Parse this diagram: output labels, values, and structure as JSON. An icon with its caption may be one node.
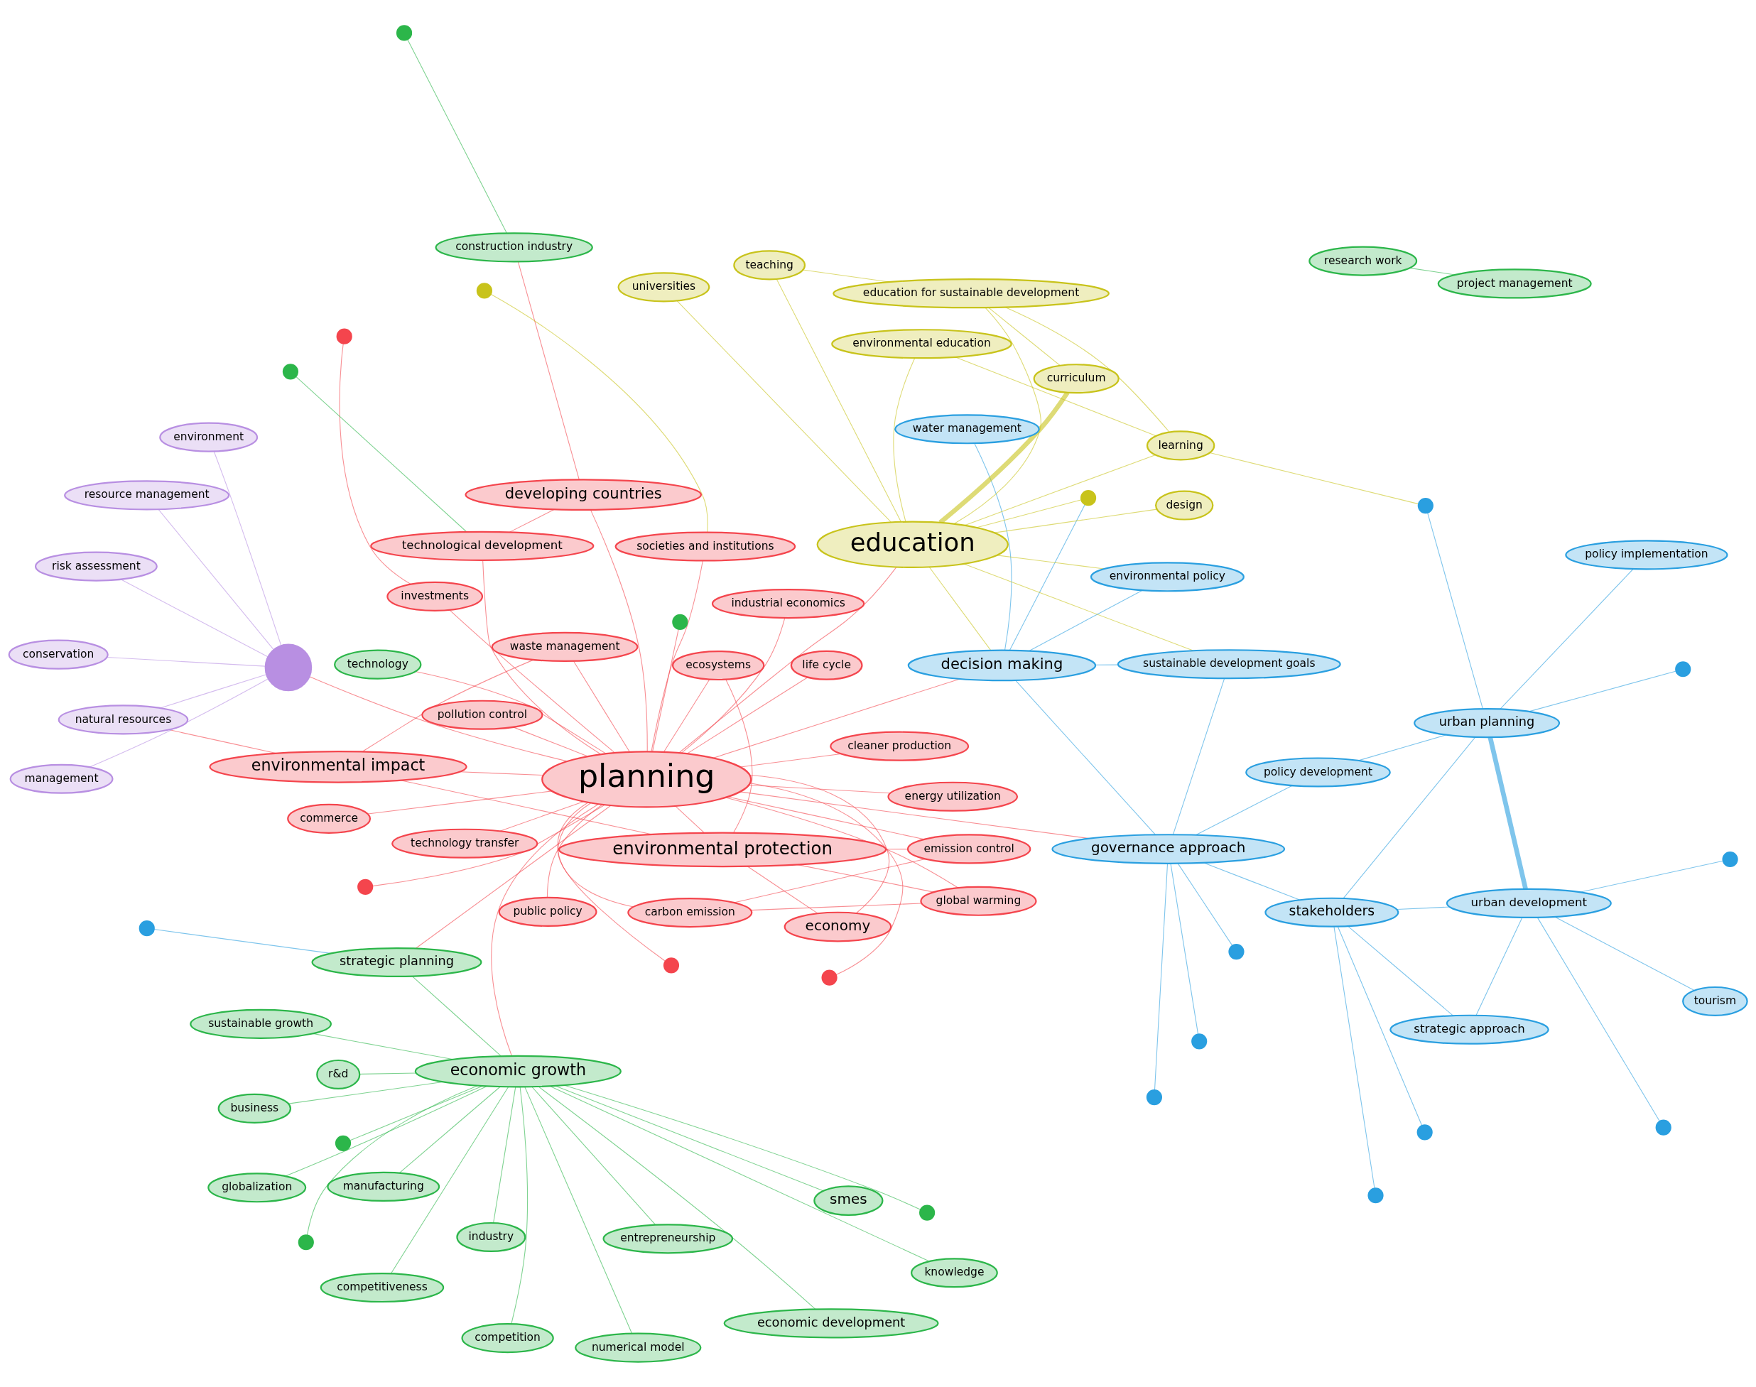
{
  "diagram": {
    "nodes": [
      {
        "text": [
          "globalization"
        ]
      },
      {
        "text": [
          "smes"
        ]
      },
      {
        "text": [
          "competitiveness"
        ]
      },
      {
        "text": [
          "sustainable growth"
        ]
      },
      {
        "text": [
          "entrepreneurship"
        ]
      },
      {
        "text": [
          "tourism"
        ]
      },
      {
        "text": [
          "economic growth"
        ]
      },
      {
        "text": [
          "knowledge"
        ]
      },
      {
        "text": [
          "manufacturing"
        ]
      },
      {
        "text": [
          "numerical model"
        ]
      },
      {
        "text": [
          "competition"
        ]
      },
      {
        "text": [
          "business"
        ]
      },
      {
        "text": [
          "strategic approach"
        ]
      },
      {
        "text": [
          "urban development"
        ]
      },
      {
        "text": [
          "r&d"
        ]
      },
      {
        "text": [
          "industry"
        ]
      },
      {
        "text": [
          "economic development"
        ]
      },
      {
        "text": [
          "technology"
        ]
      },
      {
        "text": [
          "commerce"
        ]
      },
      {
        "text": [
          "investments"
        ]
      },
      {
        "text": [
          "stakeholders"
        ]
      },
      {
        "text": [
          "research work"
        ]
      },
      {
        "text": [
          "strategic planning"
        ]
      },
      {
        "text": [
          "urban planning"
        ]
      },
      {
        "text": [
          "policy implementation"
        ]
      },
      {
        "text": [
          "technological development"
        ]
      },
      {
        "text": [
          "project management"
        ]
      },
      {
        "text": [
          "management"
        ]
      },
      {
        "text": [
          "industrial economics"
        ]
      },
      {
        "text": [
          "developing countries"
        ]
      },
      {
        "text": [
          "policy development"
        ]
      },
      {
        "text": [
          "governance approach"
        ]
      },
      {
        "text": [
          "construction industry"
        ]
      },
      {
        "text": [
          "learning"
        ]
      },
      {
        "text": [
          "public policy"
        ]
      },
      {
        "text": [
          "sustainable development goals"
        ]
      },
      {
        "text": [
          "planning"
        ]
      },
      {
        "text": [
          "societies and institutions"
        ]
      },
      {
        "text": [
          "economy"
        ]
      },
      {
        "text": [
          "decision making"
        ]
      },
      {
        "text": [
          "carbon emission"
        ]
      },
      {
        "text": [
          "universities"
        ]
      },
      {
        "text": [
          "teaching"
        ]
      },
      {
        "text": [
          "water management"
        ]
      },
      {
        "text": [
          "technology transfer"
        ]
      },
      {
        "text": [
          "energy utilization"
        ]
      },
      {
        "text": [
          "design"
        ]
      },
      {
        "text": [
          "education"
        ]
      },
      {
        "text": [
          "global warming"
        ]
      },
      {
        "text": [
          "environmental protection"
        ]
      },
      {
        "text": [
          "environmental policy"
        ]
      },
      {
        "text": [
          "curriculum"
        ]
      },
      {
        "text": [
          "risk assessment"
        ]
      },
      {
        "text": [
          "emission control"
        ]
      },
      {
        "text": [
          "environmental impact"
        ]
      },
      {
        "text": [
          "environment"
        ]
      },
      {
        "text": [
          "environmental education"
        ]
      },
      {
        "text": [
          "natural resources"
        ]
      },
      {
        "text": [
          "education for sustainable development"
        ]
      },
      {
        "text": [
          "ecosystems"
        ]
      },
      {
        "text": [
          "cleaner production"
        ]
      },
      {
        "text": [
          "resource management"
        ]
      },
      {
        "text": [
          "pollution control"
        ]
      },
      {
        "text": [
          "waste management"
        ]
      },
      {
        "text": [
          "conservation"
        ]
      },
      {
        "text": [
          "life cycle"
        ]
      },
      {
        "text": [],
        "shape": "circle"
      },
      {
        "text": [],
        "shape": "circle"
      },
      {
        "text": [],
        "shape": "circle"
      },
      {
        "text": [],
        "shape": "circle"
      },
      {
        "text": [],
        "shape": "circle"
      },
      {
        "text": [],
        "shape": "circle"
      },
      {
        "text": [],
        "shape": "circle"
      },
      {
        "text": [],
        "shape": "circle"
      },
      {
        "text": [],
        "shape": "circle"
      },
      {
        "text": [],
        "shape": "circle"
      },
      {
        "text": [],
        "shape": "circle"
      },
      {
        "text": [],
        "shape": "circle"
      },
      {
        "text": [],
        "shape": "circle"
      },
      {
        "text": [],
        "shape": "circle"
      },
      {
        "text": [],
        "shape": "circle"
      },
      {
        "text": [],
        "shape": "circle"
      },
      {
        "text": [],
        "shape": "circle"
      },
      {
        "text": [],
        "shape": "circle"
      },
      {
        "text": [],
        "shape": "circle"
      },
      {
        "text": [],
        "shape": "circle"
      },
      {
        "text": [],
        "shape": "circle"
      },
      {
        "text": [],
        "shape": "circle"
      },
      {
        "text": [],
        "shape": "circle"
      }
    ],
    "edges": [
      {
        "from": 36,
        "to": 29,
        "arrow": "none"
      },
      {
        "from": 36,
        "to": 38,
        "arrow": "none"
      },
      {
        "from": 36,
        "to": 49,
        "arrow": "none"
      },
      {
        "from": 36,
        "to": 54,
        "arrow": "none"
      },
      {
        "from": 36,
        "to": 25,
        "arrow": "none"
      },
      {
        "from": 36,
        "to": 22,
        "arrow": "none"
      },
      {
        "from": 36,
        "to": 34,
        "arrow": "none"
      },
      {
        "from": 36,
        "to": 40,
        "arrow": "none"
      },
      {
        "from": 36,
        "to": 44,
        "arrow": "none"
      },
      {
        "from": 36,
        "to": 45,
        "arrow": "none"
      },
      {
        "from": 36,
        "to": 47,
        "arrow": "none"
      },
      {
        "from": 36,
        "to": 39,
        "arrow": "none"
      },
      {
        "from": 36,
        "to": 6,
        "arrow": "none"
      },
      {
        "from": 36,
        "to": 17,
        "arrow": "none"
      },
      {
        "from": 36,
        "to": 28,
        "arrow": "none"
      },
      {
        "from": 36,
        "to": 19,
        "arrow": "none"
      },
      {
        "from": 36,
        "to": 18,
        "arrow": "none"
      },
      {
        "from": 36,
        "to": 48,
        "arrow": "none"
      },
      {
        "from": 36,
        "to": 53,
        "arrow": "none"
      },
      {
        "from": 36,
        "to": 62,
        "arrow": "none"
      },
      {
        "from": 36,
        "to": 60,
        "arrow": "none"
      },
      {
        "from": 36,
        "to": 59,
        "arrow": "none"
      },
      {
        "from": 36,
        "to": 65,
        "arrow": "none"
      },
      {
        "from": 36,
        "to": 63,
        "arrow": "none"
      },
      {
        "from": 36,
        "to": 37,
        "arrow": "none"
      },
      {
        "from": 36,
        "to": 31,
        "arrow": "none"
      },
      {
        "from": 36,
        "to": 79,
        "arrow": "none"
      },
      {
        "from": 36,
        "to": 83,
        "arrow": "none"
      },
      {
        "from": 36,
        "to": 85,
        "arrow": "none"
      },
      {
        "from": 36,
        "to": 87,
        "arrow": "none"
      },
      {
        "from": 36,
        "to": 88,
        "arrow": "none"
      },
      {
        "from": 47,
        "to": 41,
        "arrow": "none",
        "color": "#c8c31b"
      },
      {
        "from": 47,
        "to": 42,
        "arrow": "none",
        "color": "#c8c31b"
      },
      {
        "from": 47,
        "to": 51,
        "arrow": "none",
        "style": "thick",
        "color": "#c8c31b"
      },
      {
        "from": 47,
        "to": 56,
        "arrow": "none",
        "color": "#c8c31b"
      },
      {
        "from": 47,
        "to": 58,
        "arrow": "none",
        "color": "#c8c31b"
      },
      {
        "from": 47,
        "to": 33,
        "arrow": "none",
        "color": "#c8c31b"
      },
      {
        "from": 47,
        "to": 39,
        "arrow": "none",
        "color": "#c8c31b"
      },
      {
        "from": 47,
        "to": 35,
        "arrow": "none",
        "color": "#c8c31b"
      },
      {
        "from": 47,
        "to": 46,
        "arrow": "none",
        "color": "#c8c31b"
      },
      {
        "from": 47,
        "to": 50,
        "arrow": "none",
        "color": "#c8c31b"
      },
      {
        "from": 47,
        "to": 82,
        "arrow": "none",
        "color": "#c8c31b"
      },
      {
        "from": 6,
        "to": 1,
        "arrow": "none",
        "color": "#2cb64a"
      },
      {
        "from": 6,
        "to": 0,
        "arrow": "none",
        "color": "#2cb64a"
      },
      {
        "from": 6,
        "to": 2,
        "arrow": "none",
        "color": "#2cb64a"
      },
      {
        "from": 6,
        "to": 3,
        "arrow": "none",
        "color": "#2cb64a"
      },
      {
        "from": 6,
        "to": 4,
        "arrow": "none",
        "color": "#2cb64a"
      },
      {
        "from": 6,
        "to": 7,
        "arrow": "none",
        "color": "#2cb64a"
      },
      {
        "from": 6,
        "to": 8,
        "arrow": "none",
        "color": "#2cb64a"
      },
      {
        "from": 6,
        "to": 11,
        "arrow": "none",
        "color": "#2cb64a"
      },
      {
        "from": 6,
        "to": 14,
        "arrow": "none",
        "color": "#2cb64a"
      },
      {
        "from": 6,
        "to": 15,
        "arrow": "none",
        "color": "#2cb64a"
      },
      {
        "from": 6,
        "to": 16,
        "arrow": "none",
        "color": "#2cb64a"
      },
      {
        "from": 6,
        "to": 22,
        "arrow": "none",
        "color": "#2cb64a"
      },
      {
        "from": 6,
        "to": 10,
        "arrow": "none",
        "color": "#2cb64a"
      },
      {
        "from": 6,
        "to": 67,
        "arrow": "none",
        "color": "#2cb64a"
      },
      {
        "from": 6,
        "to": 69,
        "arrow": "none",
        "color": "#2cb64a"
      },
      {
        "from": 6,
        "to": 9,
        "arrow": "none",
        "color": "#2cb64a"
      },
      {
        "from": 6,
        "to": 71,
        "arrow": "none",
        "color": "#2cb64a"
      },
      {
        "from": 13,
        "to": 23,
        "arrow": "none",
        "style": "thick",
        "color": "#2a9fe0"
      },
      {
        "from": 13,
        "to": 20,
        "arrow": "none",
        "color": "#2a9fe0"
      },
      {
        "from": 13,
        "to": 12,
        "arrow": "none",
        "color": "#2a9fe0"
      },
      {
        "from": 13,
        "to": 5,
        "arrow": "none",
        "color": "#2a9fe0"
      },
      {
        "from": 13,
        "to": 68,
        "arrow": "none",
        "color": "#2a9fe0"
      },
      {
        "from": 13,
        "to": 66,
        "arrow": "none",
        "color": "#2a9fe0"
      },
      {
        "from": 23,
        "to": 20,
        "arrow": "none",
        "color": "#2a9fe0"
      },
      {
        "from": 23,
        "to": 24,
        "arrow": "none",
        "color": "#2a9fe0"
      },
      {
        "from": 23,
        "to": 30,
        "arrow": "none",
        "color": "#2a9fe0"
      },
      {
        "from": 23,
        "to": 77,
        "arrow": "none",
        "color": "#2a9fe0"
      },
      {
        "from": 23,
        "to": 84,
        "arrow": "none",
        "color": "#2a9fe0"
      },
      {
        "from": 20,
        "to": 31,
        "arrow": "none",
        "color": "#2a9fe0"
      },
      {
        "from": 20,
        "to": 12,
        "arrow": "none",
        "color": "#2a9fe0"
      },
      {
        "from": 20,
        "to": 72,
        "arrow": "none",
        "color": "#2a9fe0"
      },
      {
        "from": 20,
        "to": 70,
        "arrow": "none",
        "color": "#2a9fe0"
      },
      {
        "from": 31,
        "to": 39,
        "arrow": "none",
        "color": "#2a9fe0"
      },
      {
        "from": 31,
        "to": 35,
        "arrow": "none",
        "color": "#2a9fe0"
      },
      {
        "from": 31,
        "to": 30,
        "arrow": "none",
        "color": "#2a9fe0"
      },
      {
        "from": 31,
        "to": 80,
        "arrow": "none",
        "color": "#2a9fe0"
      },
      {
        "from": 31,
        "to": 81,
        "arrow": "none",
        "color": "#2a9fe0"
      },
      {
        "from": 31,
        "to": 76,
        "arrow": "none",
        "color": "#2a9fe0"
      },
      {
        "from": 39,
        "to": 43,
        "arrow": "none",
        "color": "#2a9fe0"
      },
      {
        "from": 39,
        "to": 50,
        "arrow": "none",
        "color": "#2a9fe0"
      },
      {
        "from": 39,
        "to": 35,
        "arrow": "none",
        "color": "#2a9fe0"
      },
      {
        "from": 39,
        "to": 82,
        "arrow": "none",
        "color": "#2a9fe0"
      },
      {
        "from": 33,
        "to": 84,
        "arrow": "none",
        "color": "#c8c31b"
      },
      {
        "from": 33,
        "to": 56,
        "arrow": "none",
        "color": "#c8c31b"
      },
      {
        "from": 33,
        "to": 58,
        "arrow": "none",
        "color": "#c8c31b"
      },
      {
        "from": 88,
        "to": 57,
        "arrow": "none",
        "color": "#b88fe2"
      },
      {
        "from": 88,
        "to": 61,
        "arrow": "none",
        "color": "#b88fe2"
      },
      {
        "from": 88,
        "to": 64,
        "arrow": "none",
        "color": "#b88fe2"
      },
      {
        "from": 88,
        "to": 55,
        "arrow": "none",
        "color": "#b88fe2"
      },
      {
        "from": 88,
        "to": 52,
        "arrow": "none",
        "color": "#b88fe2"
      },
      {
        "from": 88,
        "to": 27,
        "arrow": "none",
        "color": "#b88fe2"
      },
      {
        "from": 54,
        "to": 49,
        "arrow": "none"
      },
      {
        "from": 54,
        "to": 57,
        "arrow": "none"
      },
      {
        "from": 54,
        "to": 63,
        "arrow": "none"
      },
      {
        "from": 49,
        "to": 59,
        "arrow": "none"
      },
      {
        "from": 49,
        "to": 48,
        "arrow": "none"
      },
      {
        "from": 49,
        "to": 53,
        "arrow": "none"
      },
      {
        "from": 40,
        "to": 48,
        "arrow": "none"
      },
      {
        "from": 40,
        "to": 53,
        "arrow": "none"
      },
      {
        "from": 38,
        "to": 49,
        "arrow": "none"
      },
      {
        "from": 29,
        "to": 32,
        "arrow": "none"
      },
      {
        "from": 29,
        "to": 25,
        "arrow": "none"
      },
      {
        "from": 74,
        "to": 19,
        "arrow": "none"
      },
      {
        "from": 26,
        "to": 21,
        "arrow": "none",
        "color": "#2cb64a"
      },
      {
        "from": 73,
        "to": 22,
        "arrow": "none",
        "color": "#2a9fe0"
      },
      {
        "from": 75,
        "to": 25,
        "arrow": "none",
        "color": "#2cb64a"
      },
      {
        "from": 78,
        "to": 32,
        "arrow": "none",
        "color": "#2cb64a"
      },
      {
        "from": 86,
        "to": 37,
        "arrow": "none",
        "color": "#c8c31b"
      },
      {
        "from": 42,
        "to": 58,
        "arrow": "none",
        "color": "#c8c31b"
      },
      {
        "from": 51,
        "to": 58,
        "arrow": "none",
        "color": "#c8c31b"
      }
    ]
  }
}
